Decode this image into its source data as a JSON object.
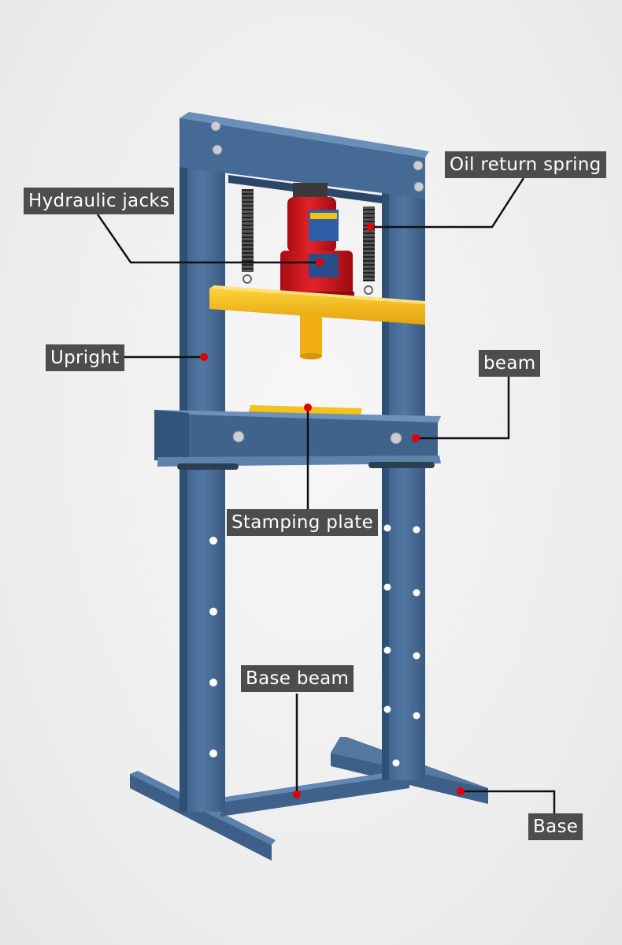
{
  "colors": {
    "frame": "#4a6d96",
    "frame_dark": "#35557a",
    "jack": "#d8151b",
    "beam": "#f2b415",
    "label_bg": "#4d4d4d",
    "leader": "#111111",
    "dot": "#e00000"
  },
  "labels": {
    "oil_return_spring": "Oil return spring",
    "hydraulic_jacks": "Hydraulic jacks",
    "upright": "Upright",
    "beam": "beam",
    "stamping_plate": "Stamping plate",
    "base_beam": "Base beam",
    "base": "Base"
  }
}
